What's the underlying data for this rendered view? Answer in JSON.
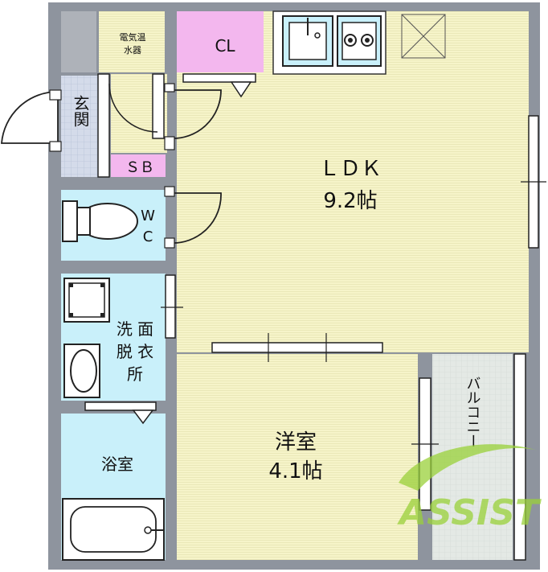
{
  "rooms": {
    "ldk": {
      "name": "ＬＤＫ",
      "size": "9.2帖"
    },
    "western": {
      "name": "洋室",
      "size": "4.1帖"
    },
    "entrance": {
      "name": "玄関"
    },
    "closet": {
      "name": "CL"
    },
    "shoe_box": {
      "name": "ＳＢ"
    },
    "water_heater": {
      "line1": "電気温",
      "line2": "水器"
    },
    "toilet": {
      "line1": "W",
      "line2": "C"
    },
    "washroom": {
      "line1": "洗 面",
      "line2": "脱 衣",
      "line3": "所"
    },
    "bathroom": {
      "name": "浴室"
    },
    "balcony": {
      "name": "バルコニー"
    }
  },
  "watermark": {
    "text": "ASSIST"
  },
  "colors": {
    "wall": "#8e949e",
    "ldk_floor": "#f6f4c9",
    "closet": "#f3b7ee",
    "wet_area": "#c9f0fa",
    "entrance_tile": "#d4dbea",
    "balcony": "#e4e9e5",
    "watermark": "#9ad13a"
  }
}
